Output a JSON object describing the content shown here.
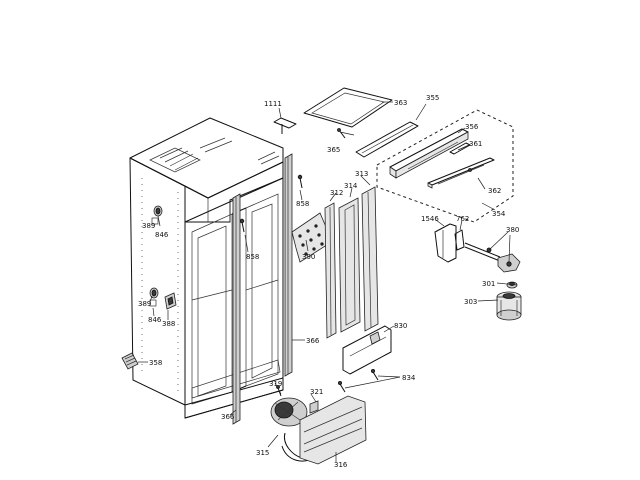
{
  "callouts": {
    "c1111": "1111",
    "c363": "363",
    "c355": "355",
    "c365": "365",
    "c356": "356",
    "c361": "361",
    "c362": "362",
    "c354": "354",
    "c858a": "858",
    "c858b": "858",
    "c389a": "389",
    "c846a": "846",
    "c390": "390",
    "c312": "312",
    "c314": "314",
    "c313": "313",
    "c1546": "1546",
    "c762": "762",
    "c380": "380",
    "c301": "301",
    "c303": "303",
    "c389b": "389",
    "c846b": "846",
    "c388": "388",
    "c830": "830",
    "c366a": "366",
    "c358": "358",
    "c834": "834",
    "c319": "319",
    "c321": "321",
    "c366b": "366",
    "c315": "315",
    "c316": "316"
  }
}
